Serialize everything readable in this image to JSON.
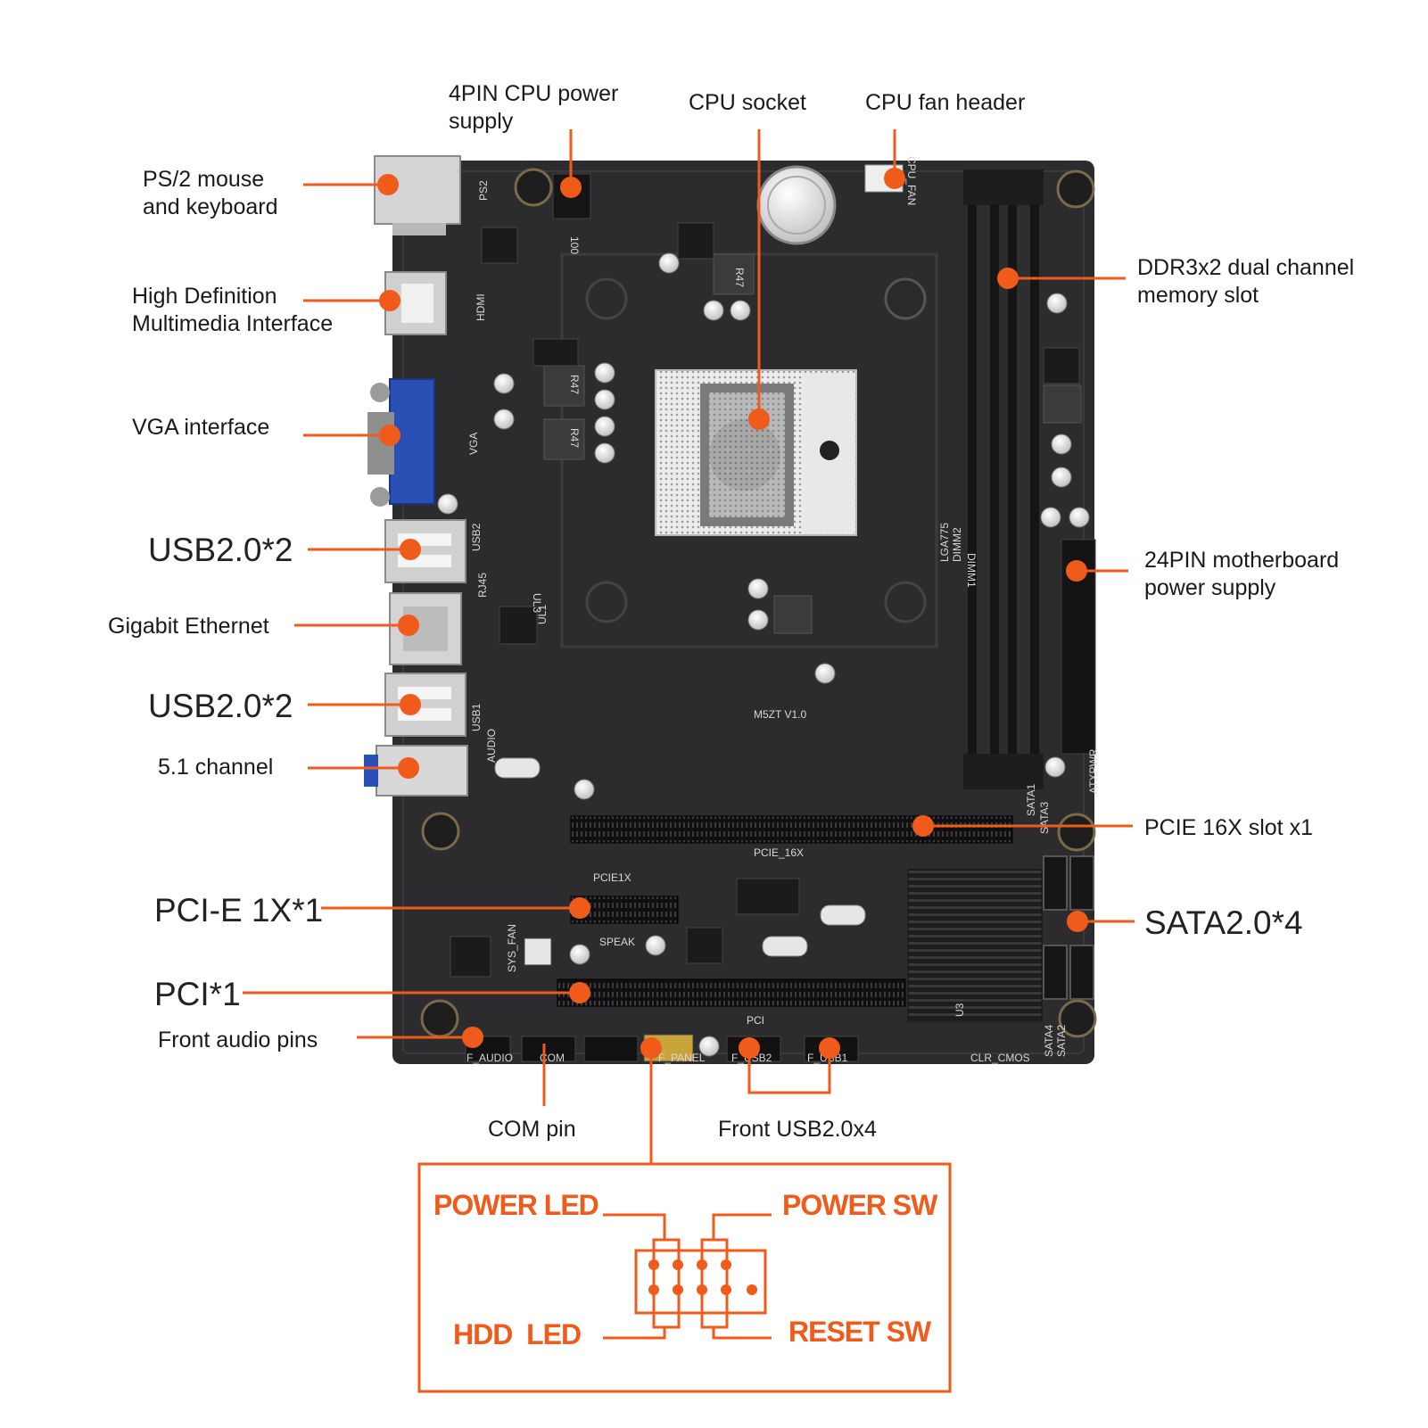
{
  "colors": {
    "accent": "#f05a1a",
    "board": "#2b2b2d",
    "port": "#c9c9c9",
    "vga": "#2a4fb5"
  },
  "labels": {
    "cpu_power": "4PIN CPU power supply",
    "cpu_power_l1": "4PIN CPU power",
    "cpu_power_l2": "supply",
    "cpu_socket": "CPU socket",
    "cpu_fan": "CPU fan header",
    "ps2_l1": "PS/2 mouse",
    "ps2_l2": "and keyboard",
    "hdmi_l1": "High Definition",
    "hdmi_l2": "Multimedia Interface",
    "vga": "VGA interface",
    "usb_top": "USB2.0*2",
    "ethernet": "Gigabit Ethernet",
    "usb_bottom": "USB2.0*2",
    "audio": "5.1 channel",
    "pcie1x": "PCI-E 1X*1",
    "pci": "PCI*1",
    "front_audio": "Front audio pins",
    "com": "COM pin",
    "front_usb": "Front USB2.0x4",
    "ddr_l1": "DDR3x2 dual channel",
    "ddr_l2": "memory slot",
    "atx_l1": "24PIN motherboard",
    "atx_l2": "power supply",
    "pcie16": "PCIE 16X slot x1",
    "sata": "SATA2.0*4"
  },
  "panel": {
    "power_led": "POWER LED",
    "power_sw": "POWER SW",
    "hdd_led": "HDD  LED",
    "reset_sw": "RESET SW"
  },
  "silkscreen": {
    "ps2": "PS2",
    "hdmi": "HDMI",
    "vga": "VGA",
    "usb2": "USB2",
    "usb1": "USB1",
    "rj45": "RJ45",
    "audio": "AUDIO",
    "lga": "LGA775",
    "dimm2": "DIMM2",
    "dimm1": "DIMM1",
    "model": "M5ZT V1.0",
    "pcie16": "PCIE_16X",
    "pcie1x": "PCIE1X",
    "speak": "SPEAK",
    "sys_fan": "SYS_FAN",
    "pci": "PCI",
    "f_audio": "F_AUDIO",
    "com": "COM",
    "f_panel": "F_PANEL",
    "f_usb2": "F_USB2",
    "f_usb1": "F_USB1",
    "clr_cmos": "CLR_CMOS",
    "atxpwr": "ATXPWR",
    "r47a": "R47",
    "r47b": "R47",
    "r47c": "R47",
    "u3": "U3",
    "ul3": "UL3",
    "ul1": "UL1",
    "sata1": "SATA1",
    "sata3": "SATA3",
    "sata4": "SATA4",
    "sata2": "SATA2",
    "cpu_fan": "CPU_FAN",
    "b100": "100"
  }
}
